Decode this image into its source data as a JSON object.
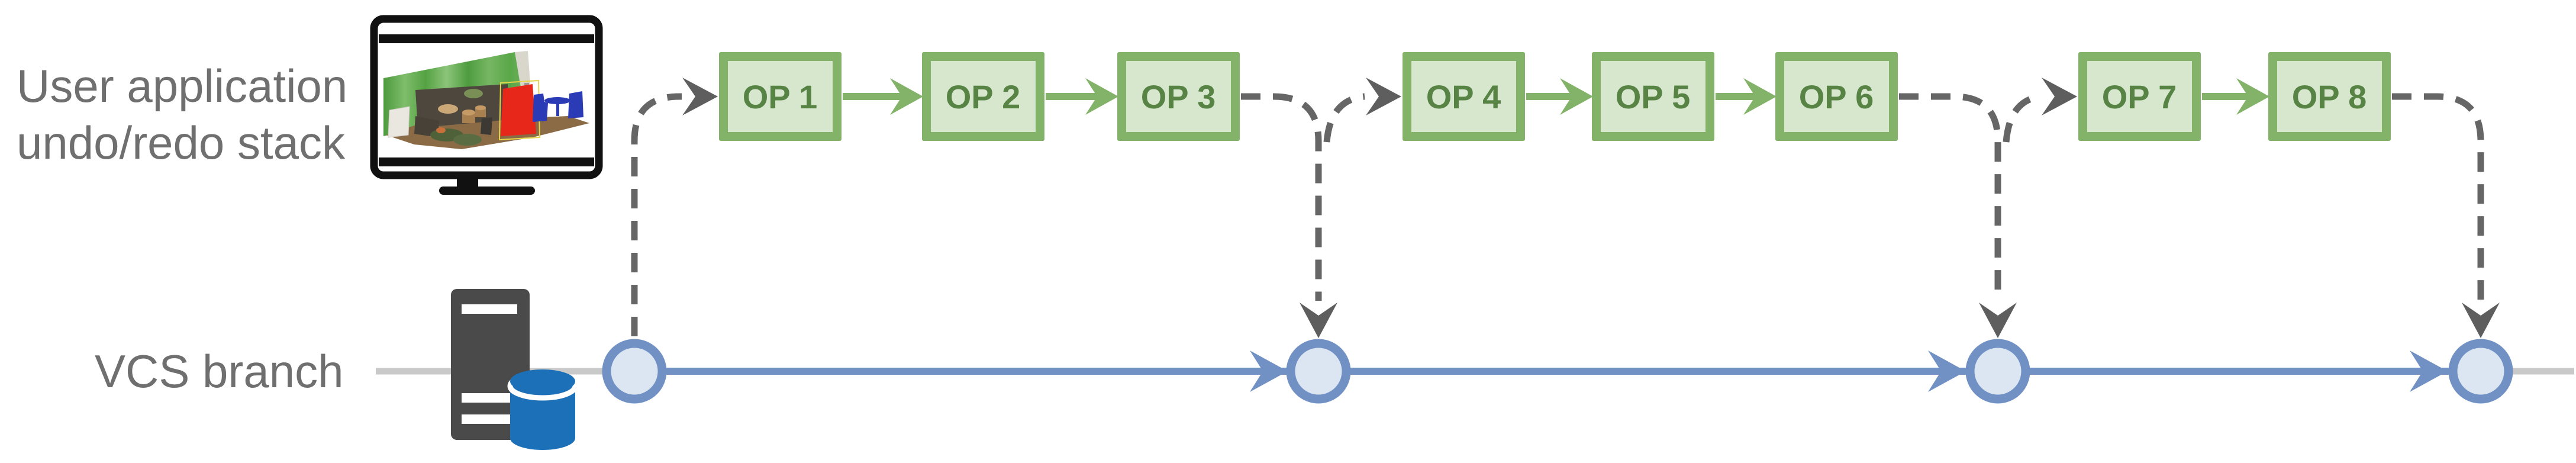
{
  "labels": {
    "undo_stack_line1": "User application",
    "undo_stack_line2": "undo/redo stack",
    "vcs_branch": "VCS branch"
  },
  "operations": [
    {
      "label": "OP 1"
    },
    {
      "label": "OP 2"
    },
    {
      "label": "OP 3"
    },
    {
      "label": "OP 4"
    },
    {
      "label": "OP 5"
    },
    {
      "label": "OP 6"
    },
    {
      "label": "OP 7"
    },
    {
      "label": "OP 8"
    }
  ],
  "commits": {
    "count": 4
  },
  "icons": {
    "monitor": "monitor-icon",
    "server": "server-icon",
    "database": "database-icon",
    "commit_node": "commit-node"
  },
  "colors": {
    "op_green": "#82B368",
    "op_box_fill": "#D6E7CE",
    "op_text_green": "#578344",
    "branch_blue": "#7191C4",
    "commit_fill": "#DCE5F2",
    "dashed_gray": "#666666",
    "label_gray": "#6F6F6F",
    "inactive_line_gray": "#C9C9C9",
    "database_blue": "#1C70B8",
    "server_gray": "#4A4A4A"
  }
}
